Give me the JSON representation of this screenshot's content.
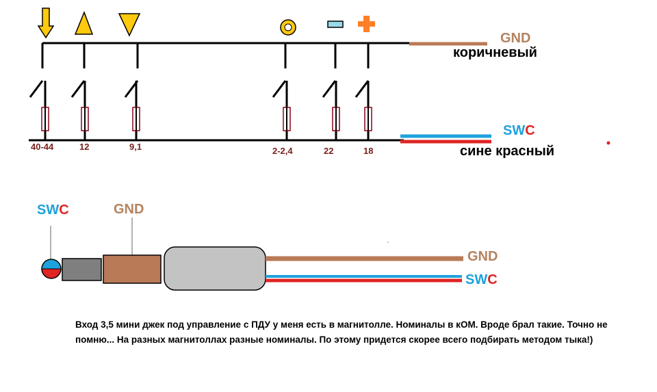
{
  "top_circuit": {
    "buttons": [
      {
        "symbol": "arrow-down-icon",
        "resistor_value": "40-44"
      },
      {
        "symbol": "triangle-up-icon",
        "resistor_value": "12"
      },
      {
        "symbol": "triangle-down-icon",
        "resistor_value": "9,1"
      },
      {
        "symbol": "circle-icon",
        "resistor_value": "2-2,4"
      },
      {
        "symbol": "minus-icon",
        "resistor_value": "22"
      },
      {
        "symbol": "plus-icon",
        "resistor_value": "18"
      }
    ],
    "gnd_wire": {
      "label": "GND",
      "color_name": "коричневый",
      "color": "#b3835f"
    },
    "swc_wire": {
      "label_s": "SW",
      "label_c": "C",
      "color_name": "сине красный",
      "colors": [
        "#1ea2dc",
        "#e02424"
      ]
    }
  },
  "jack": {
    "tip_label_s": "SW",
    "tip_label_c": "C",
    "sleeve_label": "GND",
    "gnd_wire_label": "GND",
    "swc_wire_label_s": "SW",
    "swc_wire_label_c": "C"
  },
  "colors": {
    "icon_yellow": "#ffc90e",
    "icon_orange": "#ff7f27",
    "minus_blue": "#99d9ea",
    "resistor": "#880015",
    "brown": "#b97a57",
    "gray_body": "#c3c3c3",
    "gray_ring": "#7f7f7f"
  },
  "note_text": "Вход 3,5 мини джек под управление с ПДУ у меня есть в магнитолле. Номиналы в кОМ. Вроде брал такие. Точно не помню... На разных магнитоллах разные номиналы. По этому придется скорее всего подбирать методом тыка!)"
}
